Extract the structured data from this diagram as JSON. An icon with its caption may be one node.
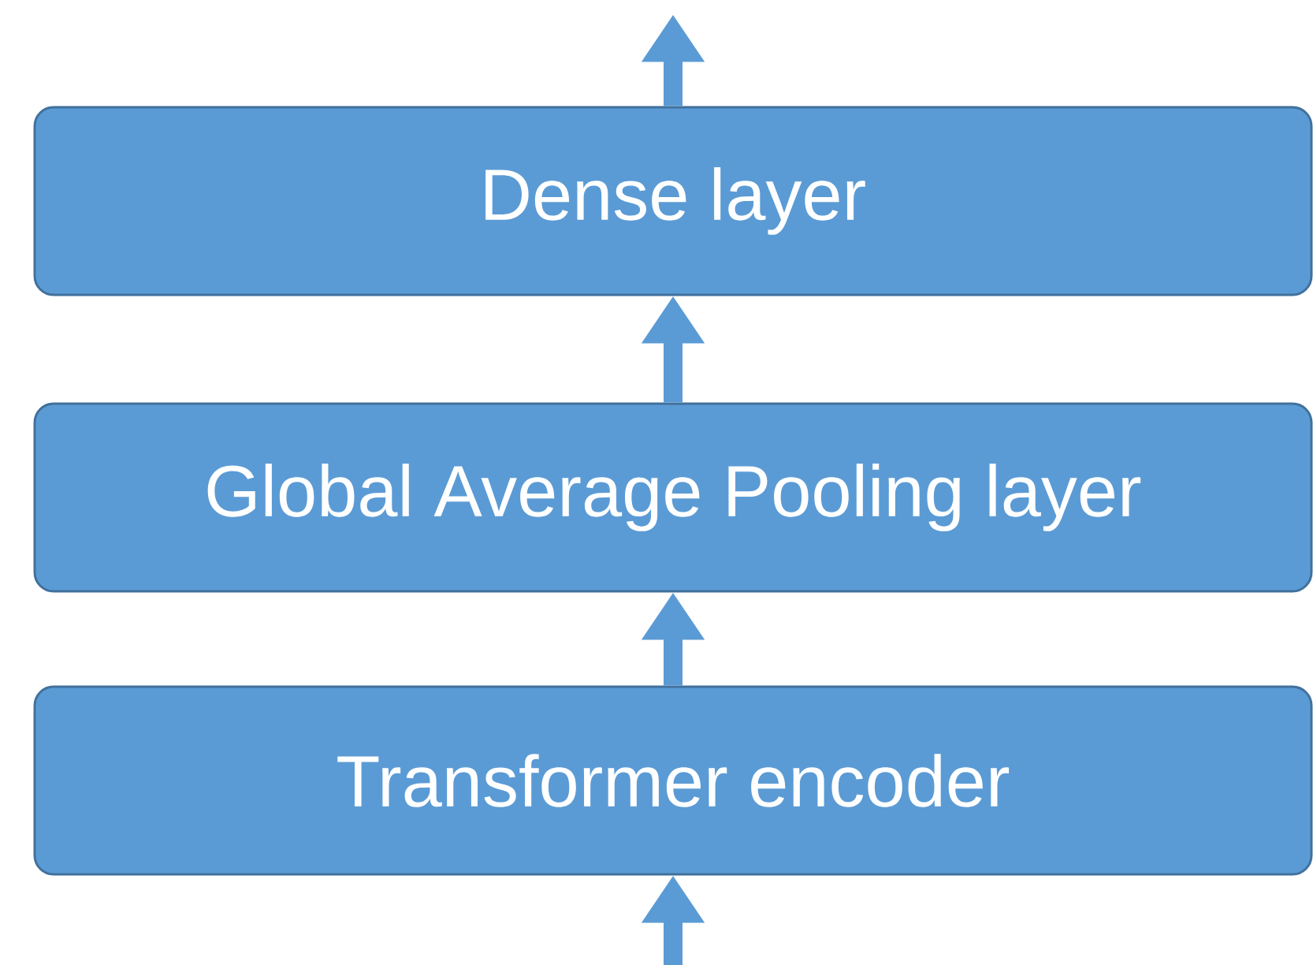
{
  "diagram": {
    "nodes": [
      {
        "text": [
          "Dense layer"
        ]
      },
      {
        "text": [
          "Global Average Pooling layer"
        ]
      },
      {
        "text": [
          "Transformer encoder"
        ]
      }
    ],
    "edges": [
      {
        "from": 0,
        "to": null,
        "arrow": "to"
      },
      {
        "from": 1,
        "to": 0,
        "arrow": "to"
      },
      {
        "from": 2,
        "to": 1,
        "arrow": "to"
      },
      {
        "from": null,
        "to": 2,
        "arrow": "to"
      }
    ]
  }
}
